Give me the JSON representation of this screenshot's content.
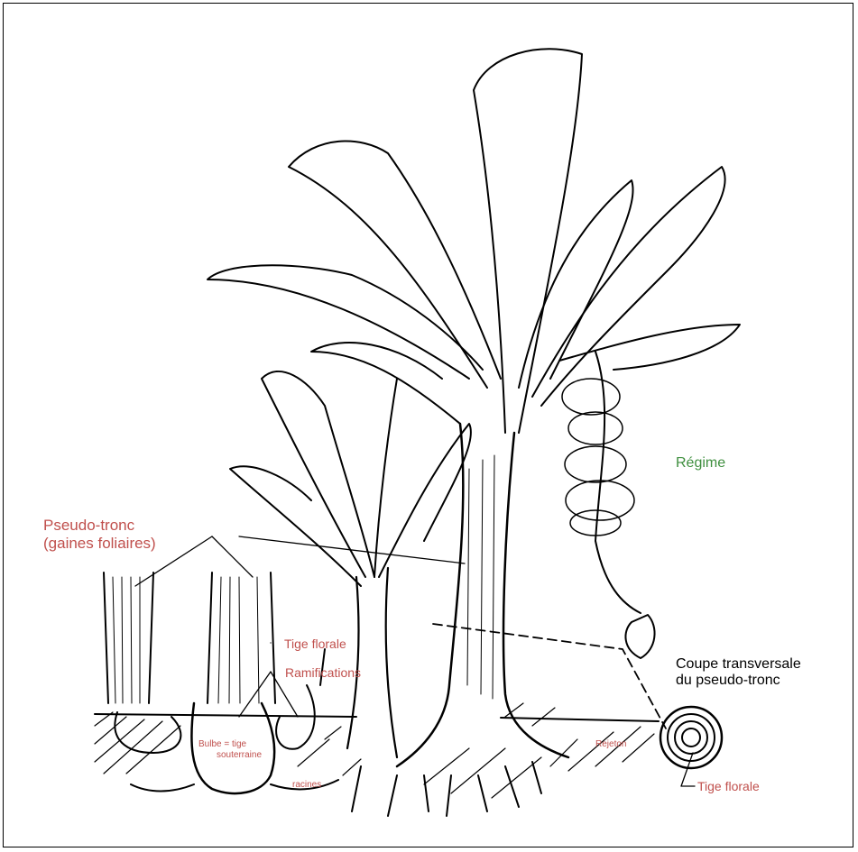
{
  "labels": {
    "pseudo_tronc_1": "Pseudo-tronc",
    "pseudo_tronc_2": "(gaines foliaires)",
    "tige_florale": "Tige florale",
    "ramifications": "Ramifications",
    "bulbe_1": "Bulbe = tige",
    "bulbe_2": "souterraine",
    "racines": "racines",
    "regime": "Régime",
    "coupe_1": "Coupe transversale",
    "coupe_2": "du pseudo-tronc",
    "rejeton": "Rejeton",
    "tige_florale_coupe": "Tige florale"
  },
  "colors": {
    "label_red": "#c0504d",
    "label_green": "#3f8f3f",
    "ink": "#000000"
  }
}
